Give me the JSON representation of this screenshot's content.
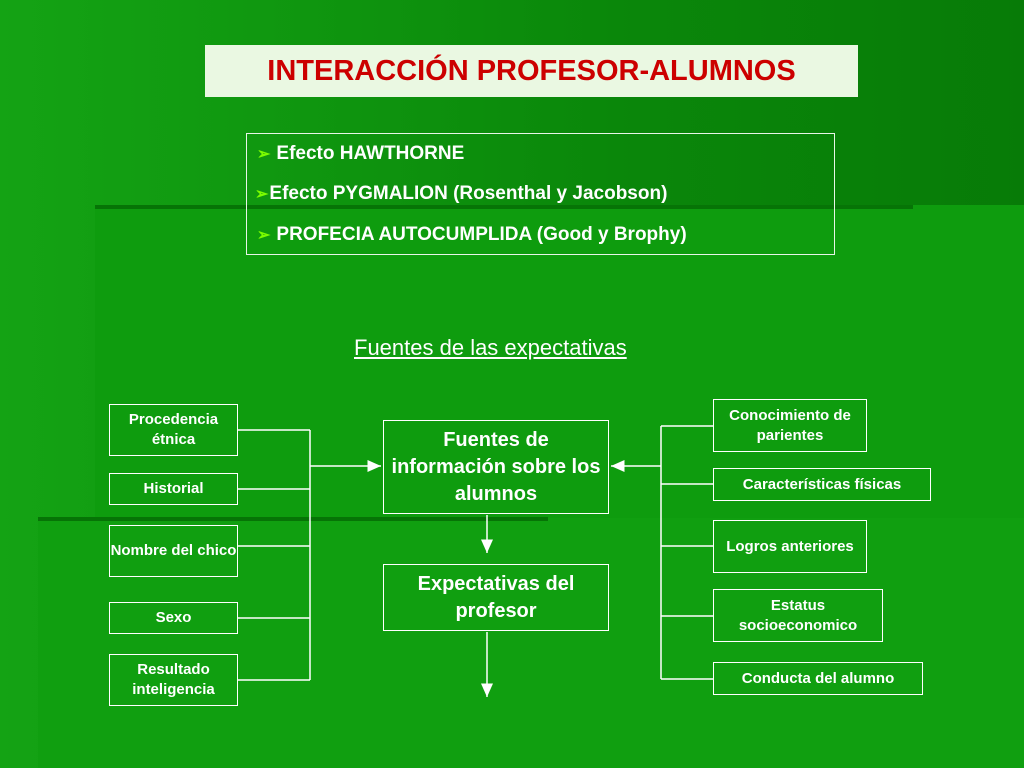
{
  "colors": {
    "title_text": "#cc0000",
    "title_bg": "#eaf8e2",
    "bullet_marker": "#7cfc00",
    "line": "#ffffff"
  },
  "title": "INTERACCIÓN PROFESOR-ALUMNOS",
  "bullets": [
    {
      "icon": "arrow-bullet-icon",
      "text": "Efecto HAWTHORNE"
    },
    {
      "icon": "arrow-bullet-icon",
      "text": "Efecto PYGMALION (Rosenthal y Jacobson)"
    },
    {
      "icon": "arrow-bullet-icon",
      "text": "PROFECIA AUTOCUMPLIDA (Good y Brophy)"
    }
  ],
  "subtitle": "Fuentes de las expectativas",
  "center": {
    "sources": "Fuentes de información sobre los alumnos",
    "expectations": "Expectativas del profesor"
  },
  "left_sources": [
    "Procedencia étnica",
    "Historial",
    "Nombre del chico",
    "Sexo",
    "Resultado inteligencia"
  ],
  "right_sources": [
    "Conocimiento de parientes",
    "Características físicas",
    "Logros anteriores",
    "Estatus socioeconomico",
    "Conducta del alumno"
  ]
}
